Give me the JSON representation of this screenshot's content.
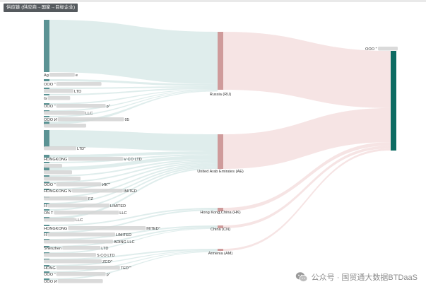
{
  "title": "供应链 (供应商→国家→目标企业)",
  "colors": {
    "source_node": "#5b9394",
    "source_flow": "#d4e7e6",
    "country_node": "#cf9b9b",
    "country_flow": "#f4dfdf",
    "target_node": "#0d6b62"
  },
  "target": {
    "label": "OOO \""
  },
  "countries": [
    {
      "key": "RU",
      "label": "Russia (RU)"
    },
    {
      "key": "AE",
      "label": "United Arab Emirates (AE)"
    },
    {
      "key": "HK",
      "label": "Hong Kong,China (HK)"
    },
    {
      "key": "CN",
      "label": "China (CN)"
    },
    {
      "key": "AM",
      "label": "Armenia (AM)"
    }
  ],
  "suppliers": [
    {
      "label": "Ag",
      "suffix": "e",
      "country": "RU"
    },
    {
      "label": "OOO \"",
      "suffix": "",
      "country": "RU"
    },
    {
      "label": "",
      "suffix": "LTD",
      "country": "RU"
    },
    {
      "label": "G",
      "suffix": "",
      "country": "RU"
    },
    {
      "label": "OOO \"",
      "suffix": "p\"",
      "country": "RU"
    },
    {
      "label": "",
      "suffix": "LLC",
      "country": "RU"
    },
    {
      "label": "OOO И",
      "suffix": "05",
      "country": "RU"
    },
    {
      "label": "",
      "suffix": "",
      "country": "RU"
    },
    {
      "label": "",
      "suffix": "LTD\"",
      "country": "AE"
    },
    {
      "label": "HONGKONG",
      "suffix": "V CO LTD",
      "country": "AE"
    },
    {
      "label": "",
      "suffix": "",
      "country": "AE"
    },
    {
      "label": "",
      "suffix": "",
      "country": "AE"
    },
    {
      "label": "",
      "suffix": "",
      "country": "AE"
    },
    {
      "label": "OOO \"",
      "suffix": "ИК\"\"",
      "country": "AE"
    },
    {
      "label": "HONGKONG N",
      "suffix": "IMITED",
      "country": "AE"
    },
    {
      "label": "",
      "suffix": "FZ",
      "country": "AE"
    },
    {
      "label": "H",
      "suffix": "LIMITED",
      "country": "AE"
    },
    {
      "label": "ON T",
      "suffix": "LLC",
      "country": "AE"
    },
    {
      "label": "",
      "suffix": "LLC",
      "country": "AE"
    },
    {
      "label": "HONGKONG",
      "suffix": "MITED\"",
      "country": "HK"
    },
    {
      "label": "H",
      "suffix": "LIMITED",
      "country": "HK"
    },
    {
      "label": "",
      "suffix": "ADING LLC",
      "country": "CN"
    },
    {
      "label": "Shenzhen",
      "suffix": "LTD",
      "country": "CN"
    },
    {
      "label": "",
      "suffix": "S CO LTD",
      "country": "CN"
    },
    {
      "label": "",
      "suffix": "ZCO\"",
      "country": "AM"
    },
    {
      "label": "HONG",
      "suffix": "TED\"\"",
      "country": "AM"
    },
    {
      "label": "OOO \"",
      "suffix": "p\"",
      "country": "AM"
    },
    {
      "label": "OOO И",
      "suffix": "",
      "country": "AM"
    }
  ],
  "watermark": {
    "text": "公众号 · 国贸通大数据BTDaaS",
    "icon": "wechat-icon"
  }
}
